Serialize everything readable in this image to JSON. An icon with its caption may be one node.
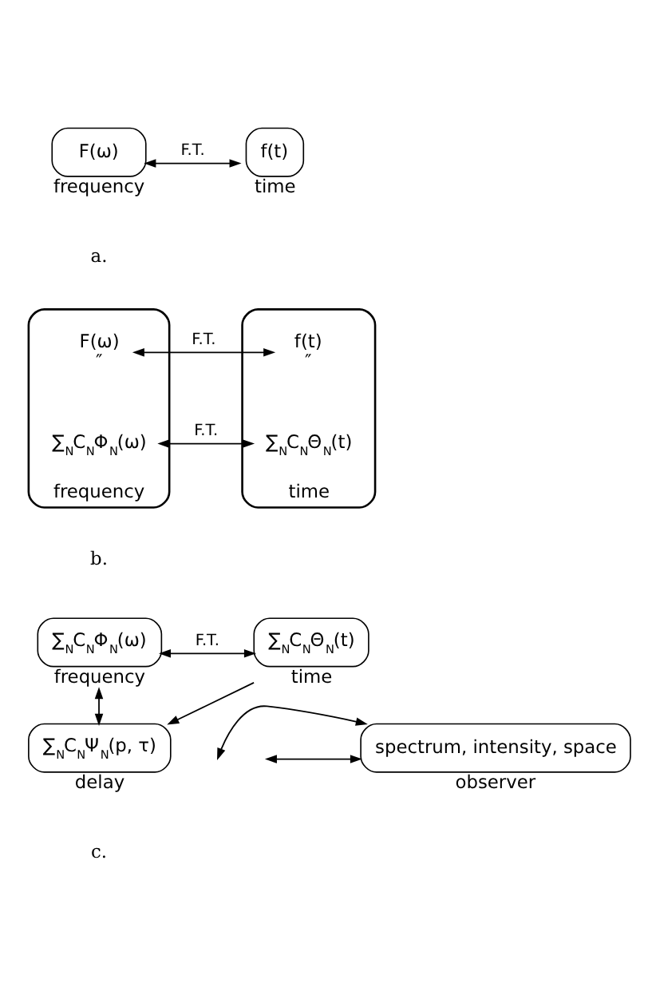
{
  "diagram": {
    "nodes": [
      {
        "text": [
          "F(ω)"
        ],
        "beside": [
          "frequency"
        ]
      },
      {
        "text": [
          "f(t)"
        ],
        "beside": [
          "time"
        ]
      },
      {
        "text": [],
        "shape": "cloud",
        "beside": [
          "frequency"
        ]
      },
      {
        "text": [
          "F(ω)",
          "″"
        ],
        "in": 2
      },
      {
        "text": [
          "∑$_{N}$C$_{N}$Φ$_{N}$(ω)"
        ],
        "in": 2
      },
      {
        "text": [],
        "shape": "cloud",
        "beside": [
          "time"
        ]
      },
      {
        "text": [
          "f(t)",
          "″"
        ],
        "in": 5
      },
      {
        "text": [
          "∑$_{N}$C$_{N}$Θ$_{N}$(t)"
        ],
        "in": 5
      },
      {
        "text": [
          "∑$_{N}$C$_{N}$Φ$_{N}$(ω)"
        ],
        "beside": [
          "frequency"
        ]
      },
      {
        "text": [
          "∑$_{N}$C$_{N}$Θ$_{N}$(t)"
        ],
        "beside": [
          "time"
        ]
      },
      {
        "text": [
          "∑$_{N}$C$_{N}$Ψ$_{N}$(p, τ)"
        ],
        "beside": [
          "delay"
        ]
      },
      {
        "text": [
          "spectrum, intensity, space"
        ],
        "beside": [
          "observer"
        ]
      }
    ],
    "edges": [
      {
        "from": 0,
        "to": 1,
        "arrow": "both",
        "label": "F.T."
      },
      {
        "from": 3,
        "to": 6,
        "arrow": "both",
        "label": "F.T."
      },
      {
        "from": 4,
        "to": 7,
        "arrow": "both",
        "label": "F.T."
      },
      {
        "from": 8,
        "to": 9,
        "arrow": "both",
        "label": "F.T."
      },
      {
        "from": 8,
        "to": 10,
        "arrow": "both"
      },
      {
        "from": 9,
        "to": 10,
        "arrow": "to"
      },
      {
        "from": null,
        "to": 11,
        "arrow": "both"
      },
      {
        "from": null,
        "to": 11,
        "arrow": "both"
      }
    ],
    "labels": [
      "a.",
      "b.",
      "c."
    ]
  }
}
